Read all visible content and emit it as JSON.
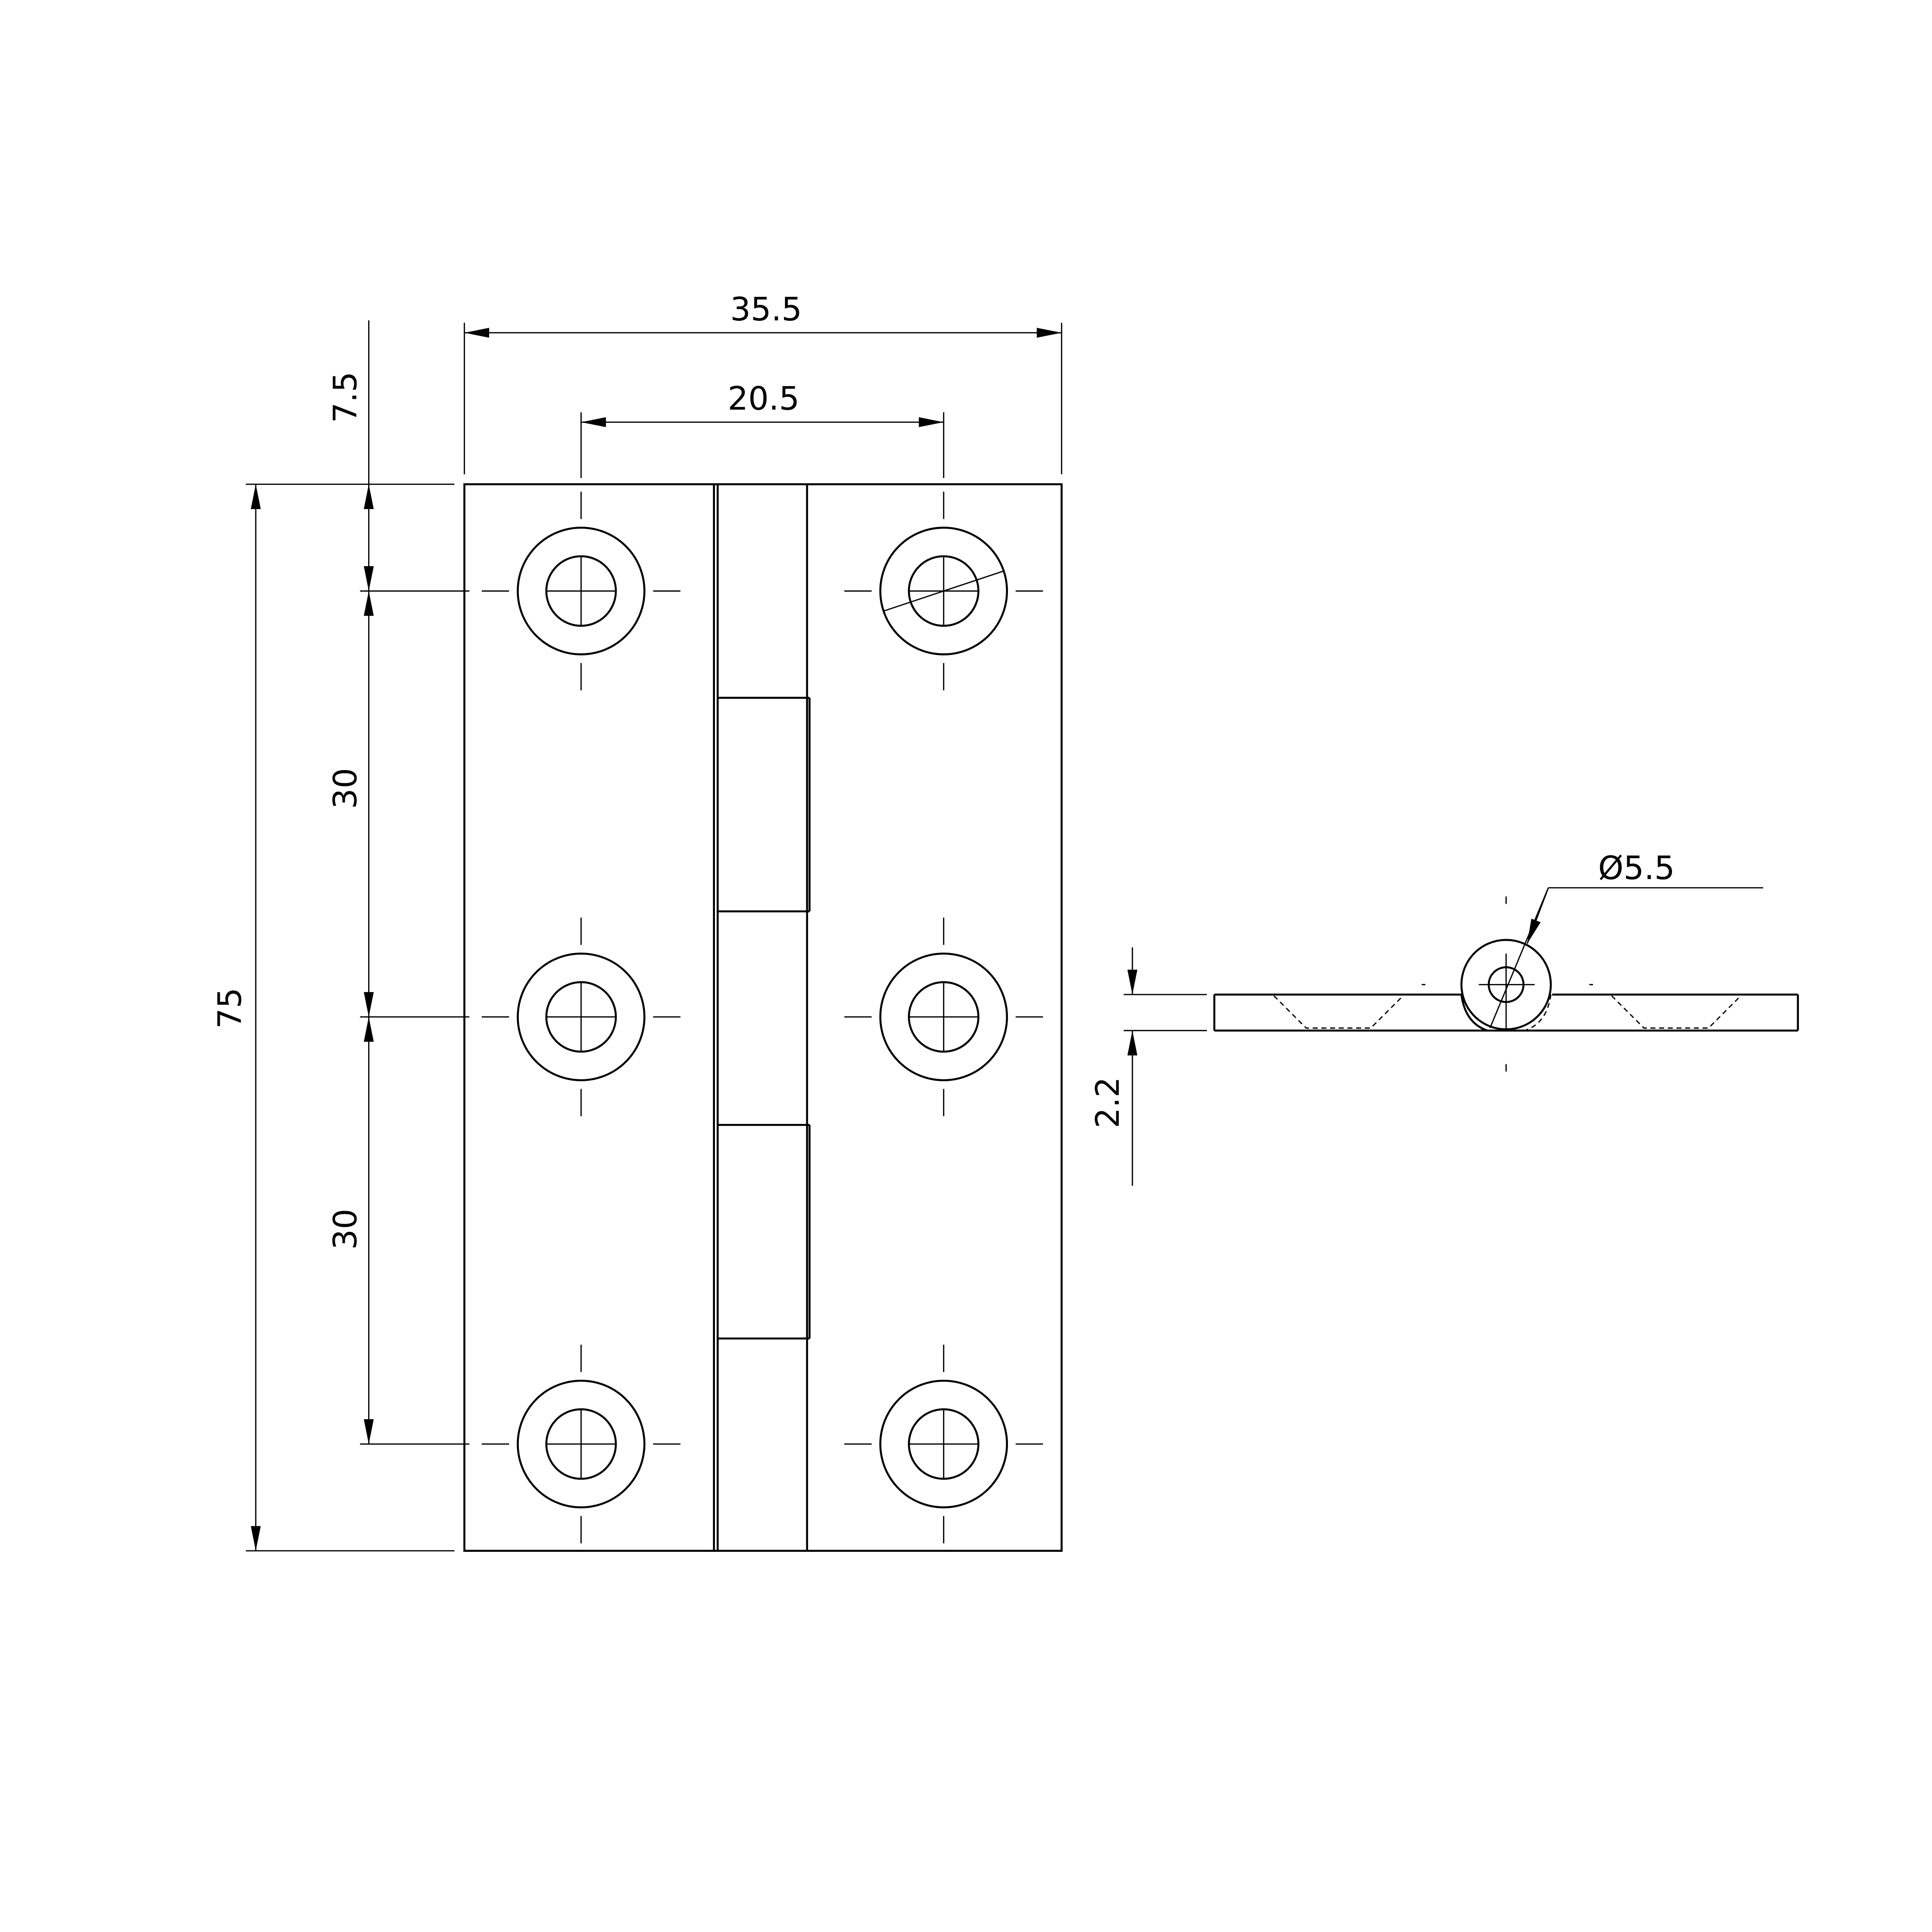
{
  "drawing": {
    "front_view": {
      "overall_width": "35.5",
      "hole_spacing_horizontal": "20.5",
      "overall_height": "75",
      "edge_to_first_hole": "7.5",
      "hole_spacing_vertical_1": "30",
      "hole_spacing_vertical_2": "30"
    },
    "side_view": {
      "thickness": "2.2",
      "pin_diameter": "Ø5.5"
    }
  }
}
